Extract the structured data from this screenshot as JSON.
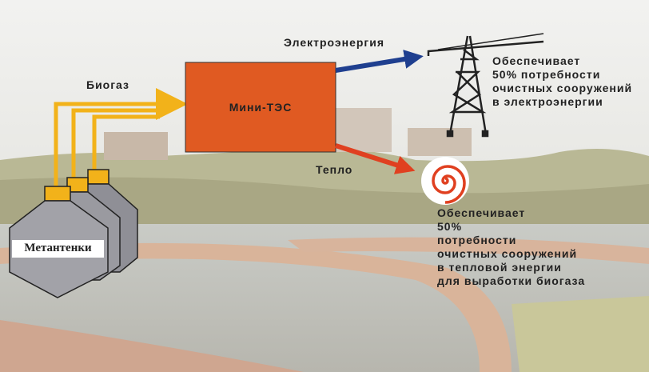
{
  "labels": {
    "electricity": "Электроэнергия",
    "biogas": "Биогаз",
    "plant": "Мини-ТЭС",
    "heat": "Тепло",
    "digesters": "Метантенки"
  },
  "notes": {
    "electricity_lines": [
      "Обеспечивает",
      "50% потребности",
      "очистных сооружений",
      "в электроэнергии"
    ],
    "heat_lines": [
      "Обеспечивает",
      "50%",
      "потребности",
      "очистных сооружений",
      "в тепловой энергии",
      "для выработки биогаза"
    ]
  },
  "colors": {
    "plant": "#e05a22",
    "biogas_pipe": "#f2b21a",
    "electricity_arrow": "#1f3f8f",
    "heat_arrow": "#e04020",
    "tank": "#9a9aa0"
  },
  "icons": {
    "tower": "power-transmission-tower-icon",
    "heat": "spiral-heat-icon"
  }
}
